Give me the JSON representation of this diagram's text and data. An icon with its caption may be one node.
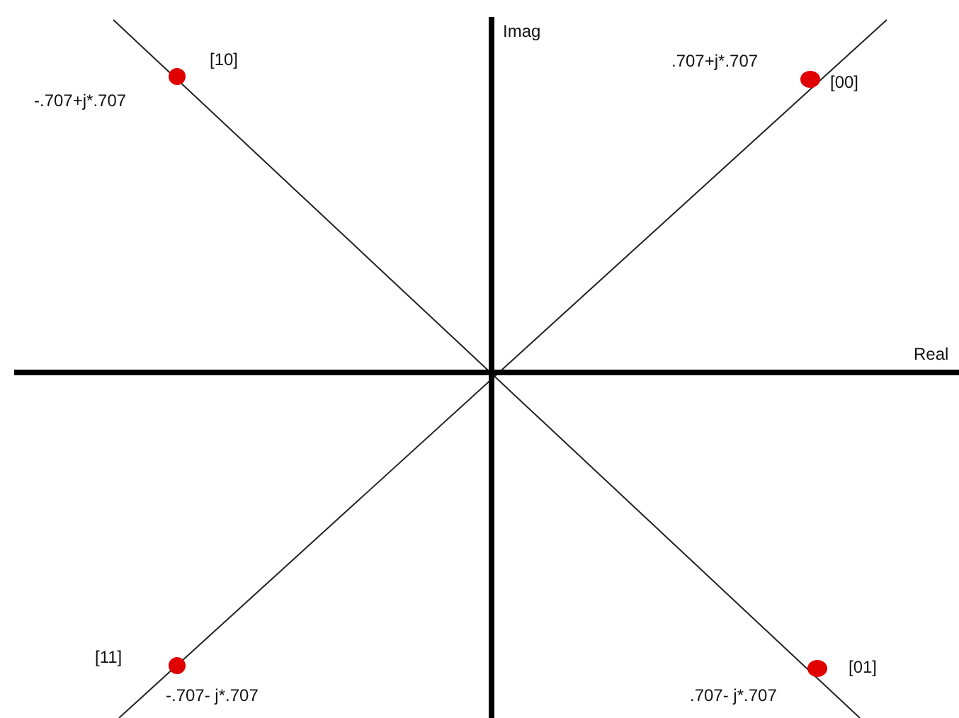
{
  "diagram": {
    "labels": [
      "Imag",
      "[10]",
      ".707+j*.707",
      "[00]",
      "-.707+j*.707",
      "Real",
      "[11]",
      "[01]",
      "-.707- j*.707",
      ".707- j*.707"
    ]
  }
}
